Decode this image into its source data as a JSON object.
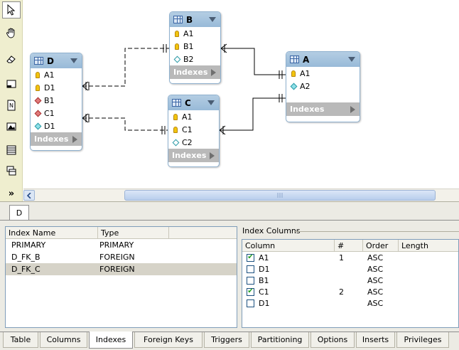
{
  "palette": {
    "tools": [
      {
        "icon": "pointer-icon",
        "active": true
      },
      {
        "icon": "hand-icon"
      },
      {
        "icon": "eraser-icon"
      },
      {
        "icon": "layer-icon"
      },
      {
        "icon": "note-icon"
      },
      {
        "icon": "image-icon"
      },
      {
        "icon": "table-icon"
      },
      {
        "icon": "view-icon"
      },
      {
        "icon": "more-icon",
        "label": "»"
      }
    ]
  },
  "entities": {
    "D": {
      "name": "D",
      "columns": [
        {
          "name": "A1",
          "icon": "key-icon"
        },
        {
          "name": "D1",
          "icon": "key-icon"
        },
        {
          "name": "B1",
          "icon": "red-diamond-icon"
        },
        {
          "name": "C1",
          "icon": "red-diamond-icon"
        },
        {
          "name": "D1",
          "icon": "cyan-diamond-icon"
        }
      ],
      "footer": "Indexes"
    },
    "B": {
      "name": "B",
      "columns": [
        {
          "name": "A1",
          "icon": "key-icon"
        },
        {
          "name": "B1",
          "icon": "key-icon"
        },
        {
          "name": "B2",
          "icon": "white-diamond-icon"
        }
      ],
      "footer": "Indexes"
    },
    "C": {
      "name": "C",
      "columns": [
        {
          "name": "A1",
          "icon": "key-icon"
        },
        {
          "name": "C1",
          "icon": "key-icon"
        },
        {
          "name": "C2",
          "icon": "white-diamond-icon"
        }
      ],
      "footer": "Indexes"
    },
    "A": {
      "name": "A",
      "columns": [
        {
          "name": "A1",
          "icon": "key-icon"
        },
        {
          "name": "A2",
          "icon": "cyan-diamond-icon"
        }
      ],
      "footer": "Indexes"
    }
  },
  "object_tab": {
    "label": "D"
  },
  "index_list": {
    "headers": {
      "name": "Index Name",
      "type": "Type"
    },
    "rows": [
      {
        "name": "PRIMARY",
        "type": "PRIMARY",
        "selected": false
      },
      {
        "name": "D_FK_B",
        "type": "FOREIGN",
        "selected": false
      },
      {
        "name": "D_FK_C",
        "type": "FOREIGN",
        "selected": true
      }
    ]
  },
  "index_columns": {
    "title": "Index Columns",
    "headers": {
      "column": "Column",
      "num": "#",
      "order": "Order",
      "length": "Length"
    },
    "rows": [
      {
        "column": "A1",
        "checked": true,
        "num": "1",
        "order": "ASC"
      },
      {
        "column": "D1",
        "checked": false,
        "num": "",
        "order": "ASC"
      },
      {
        "column": "B1",
        "checked": false,
        "num": "",
        "order": "ASC"
      },
      {
        "column": "C1",
        "checked": true,
        "num": "2",
        "order": "ASC"
      },
      {
        "column": "D1",
        "checked": false,
        "num": "",
        "order": "ASC"
      }
    ]
  },
  "bottom_tabs": {
    "items": [
      {
        "label": "Table"
      },
      {
        "label": "Columns"
      },
      {
        "label": "Indexes",
        "active": true
      },
      {
        "label": "Foreign Keys"
      },
      {
        "label": "Triggers"
      },
      {
        "label": "Partitioning"
      },
      {
        "label": "Options"
      },
      {
        "label": "Inserts"
      },
      {
        "label": "Privileges"
      }
    ]
  },
  "colors": {
    "entity_header": "#98bad8",
    "entity_footer": "#b9b9b9",
    "selected_row": "#d6d3c8",
    "check": "#21a121"
  }
}
